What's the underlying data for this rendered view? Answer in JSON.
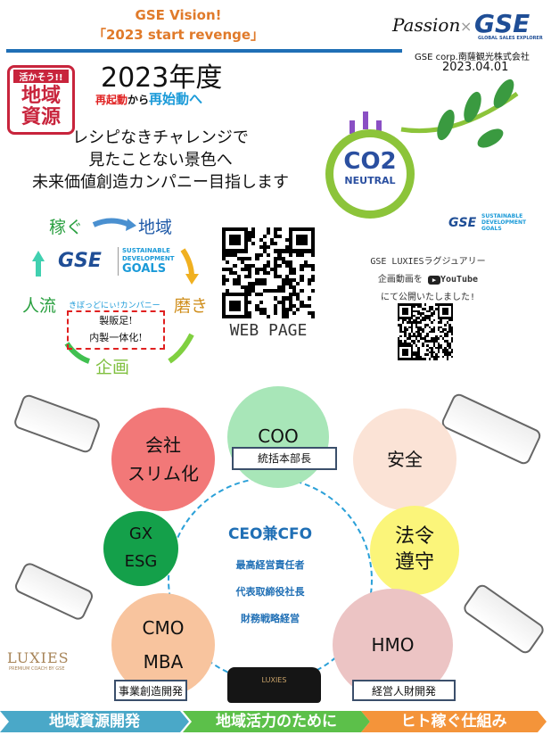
{
  "header": {
    "title_line1": "GSE Vision!",
    "title_line2": "「2023 start revenge」",
    "logo_script": "Passion",
    "logo_x": "×",
    "logo_brand": "GSE",
    "logo_sub": "GLOBAL SALES EXPLORER",
    "company": "GSE corp.南薩観光株式会社",
    "date": "2023.04.01"
  },
  "badge": {
    "top": "活かそう!!",
    "line1": "地域",
    "line2": "資源"
  },
  "headline": {
    "year": "2023年度",
    "sub_red": "再起動",
    "sub_mid": "から",
    "sub_blue": "再始動へ",
    "lines": [
      "レシピなきチャレンジで",
      "見たことない景色へ",
      "未来価値創造カンパニー目指します"
    ]
  },
  "co2": {
    "main": "CO2",
    "sub": "NEUTRAL",
    "gse": "GSE",
    "sdg": "SUSTAINABLE DEVELOPMENT GOALS"
  },
  "cycle": {
    "words": [
      "稼ぐ",
      "地域",
      "磨き",
      "企画",
      "人流"
    ],
    "gse": "GSE",
    "sdg1": "SUSTAINABLE",
    "sdg2": "DEVELOPMENT",
    "sdg3": "GOALS",
    "company": "きぼっどにぃ!カンパニー",
    "box1": "製販足!",
    "box2": "内製一体化!"
  },
  "qr": {
    "web_label": "WEB PAGE"
  },
  "youtube": {
    "line1": "GSE LUXIESラグジュアリー",
    "line2a": "企画動画を",
    "yt": "YouTube",
    "line3": "にて公開いたしました!"
  },
  "org": {
    "center_title": "CEO兼CFO",
    "center_lines": [
      "最高経営責任者",
      "代表取締役社長",
      "財務戦略経営"
    ],
    "kaisha": [
      "会社",
      "スリム化"
    ],
    "coo": "COO",
    "coo_box": "統括本部長",
    "anzen": "安全",
    "gx": [
      "GX",
      "ESG"
    ],
    "hourei": [
      "法令",
      "遵守"
    ],
    "cmo": [
      "CMO",
      "MBA"
    ],
    "cmo_box": "事業創造開発",
    "hmo": "HMO",
    "hmo_box": "経営人財開発"
  },
  "luxies": {
    "logo": "LUXIES",
    "sub": "PREMIUM COACH BY GSE"
  },
  "footer": [
    "地域資源開発",
    "地域活力のために",
    "ヒト稼ぐ仕組み"
  ],
  "colors": {
    "orange": "#e07a2a",
    "blue": "#1f6fb5",
    "red": "#c8243c"
  }
}
